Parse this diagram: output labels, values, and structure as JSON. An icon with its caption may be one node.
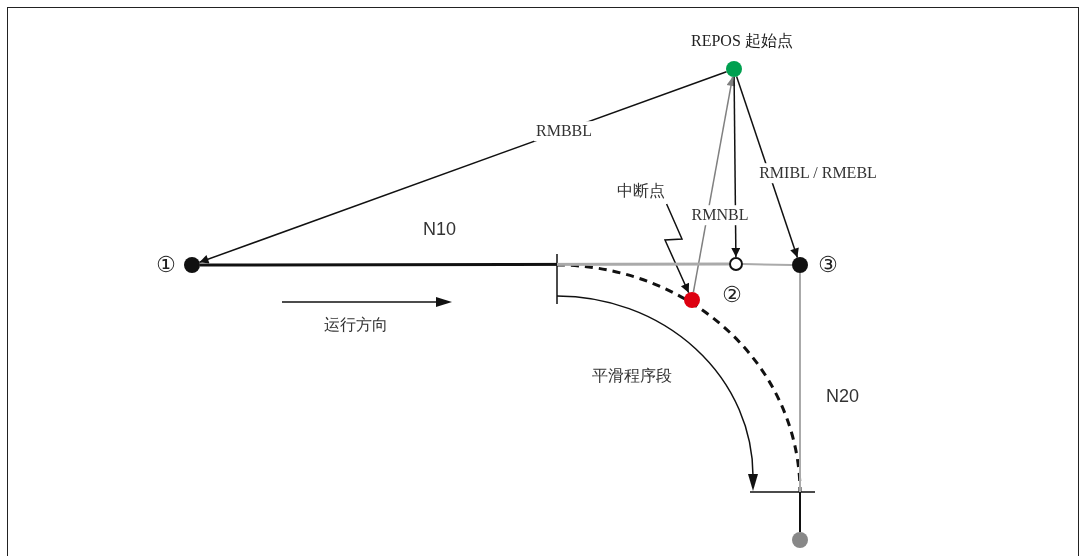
{
  "diagram": {
    "nodes": [
      {
        "text": [],
        "shape": "circle",
        "beside": [
          "REPOS 起始点"
        ]
      },
      {
        "text": [],
        "shape": "circle",
        "beside": [
          "①"
        ]
      },
      {
        "text": [],
        "shape": "circle"
      },
      {
        "text": [],
        "shape": "circle",
        "beside": [
          "②"
        ]
      },
      {
        "text": [],
        "shape": "circle",
        "beside": [
          "③"
        ]
      },
      {
        "text": [],
        "shape": "circle"
      },
      {
        "text": [
          "中断点"
        ]
      }
    ],
    "edges": [
      {
        "from": 0,
        "to": 1,
        "arrow": "to",
        "label": "RMBBL"
      },
      {
        "from": 2,
        "to": 0,
        "arrow": "to",
        "color": "#808080"
      },
      {
        "from": 0,
        "to": 3,
        "arrow": "to",
        "label": "RMNBL"
      },
      {
        "from": 0,
        "to": 4,
        "arrow": "to",
        "label": "RMIBL / RMEBL"
      },
      {
        "from": 6,
        "to": 2,
        "arrow": "to"
      },
      {
        "from": 1,
        "to": 3,
        "arrow": "none",
        "style": "thick"
      },
      {
        "from": 3,
        "to": 4,
        "arrow": "none",
        "color": "#aaaaaa"
      },
      {
        "from": 4,
        "to": 5,
        "arrow": "none",
        "color": "#aaaaaa"
      }
    ],
    "labels": [
      "N10",
      "运行方向",
      "平滑程序段",
      "N20"
    ]
  }
}
